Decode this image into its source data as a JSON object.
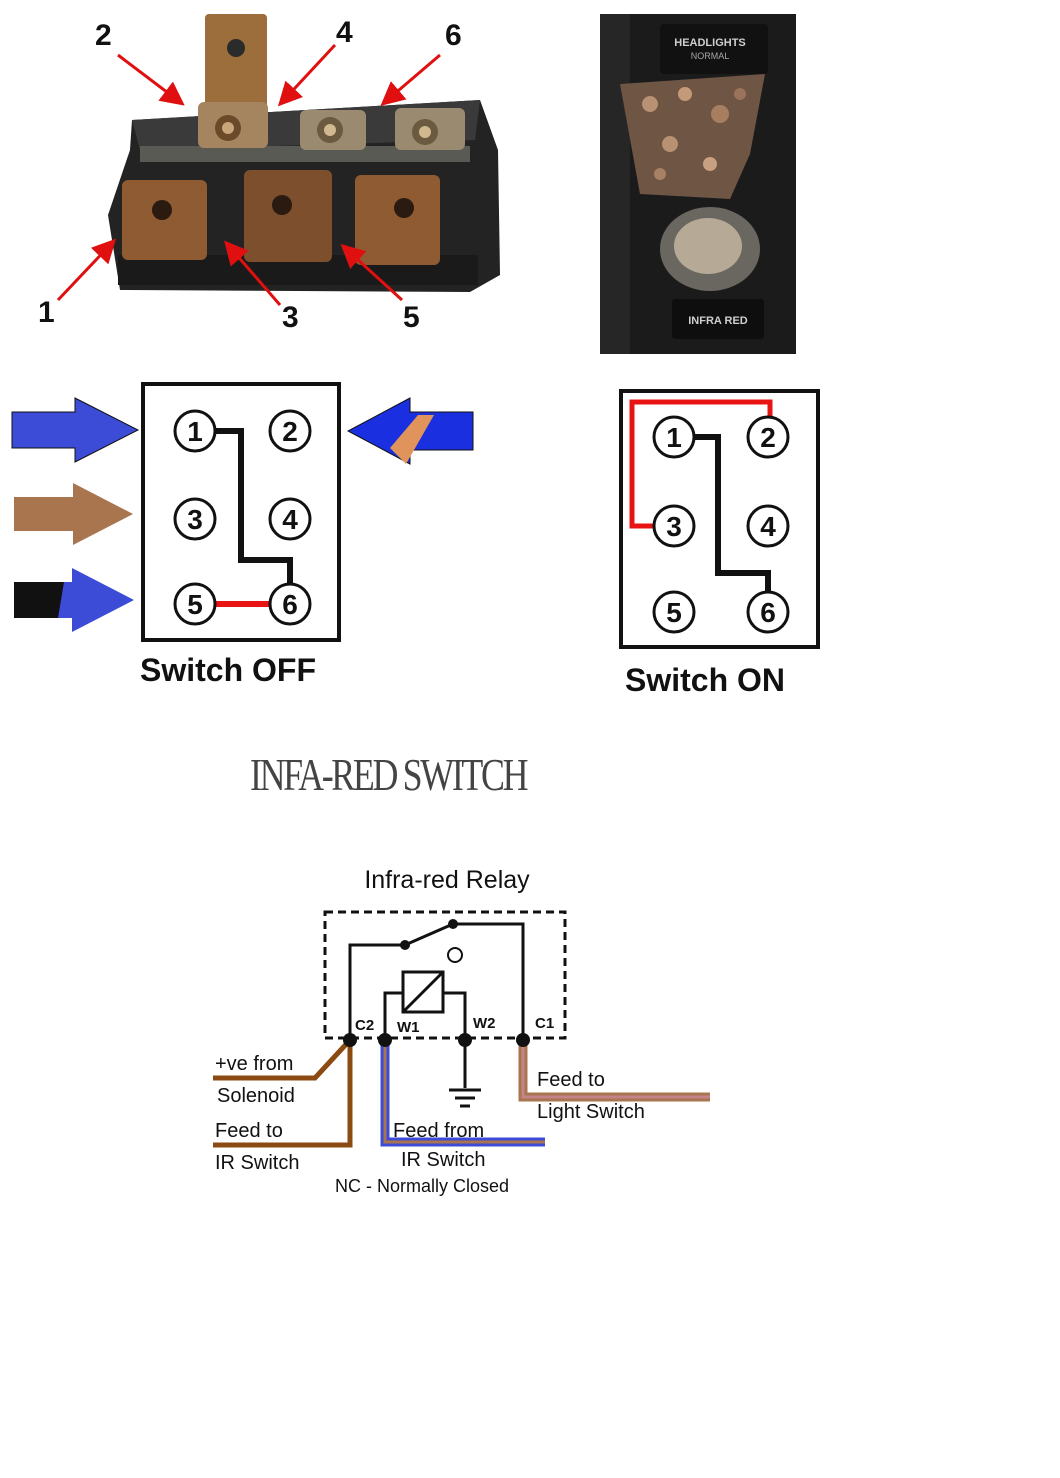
{
  "photo_switch": {
    "pin_labels": [
      "1",
      "2",
      "3",
      "4",
      "5",
      "6"
    ]
  },
  "photo_dash": {
    "label_top_line1": "HEADLIGHTS",
    "label_top_line2": "NORMAL",
    "label_bottom": "INFRA RED"
  },
  "switch_off": {
    "caption": "Switch OFF",
    "pins": [
      "1",
      "2",
      "3",
      "4",
      "5",
      "6"
    ]
  },
  "switch_on": {
    "caption": "Switch ON",
    "pins": [
      "1",
      "2",
      "3",
      "4",
      "5",
      "6"
    ]
  },
  "title": "INFA-RED SWITCH",
  "relay": {
    "title": "Infra-red Relay",
    "terminals": {
      "c2": "C2",
      "w1": "W1",
      "w2": "W2",
      "c1": "C1"
    },
    "labels": {
      "ve_from_1": "+ve from",
      "ve_from_2": "Solenoid",
      "feed_to_ir_1": "Feed to",
      "feed_to_ir_2": "IR Switch",
      "feed_from_1": "Feed from",
      "feed_from_2": "IR Switch",
      "nc": "NC - Normally Closed",
      "feed_to_light_1": "Feed to",
      "feed_to_light_2": "Light Switch"
    }
  },
  "colors": {
    "arrow_red": "#e01010",
    "wire_blue": "#3c4cd6",
    "wire_brown": "#a8754f",
    "wire_brown_dark": "#8b4a12",
    "link_red": "#e81414",
    "light_wire_pink": "#c4828a"
  }
}
